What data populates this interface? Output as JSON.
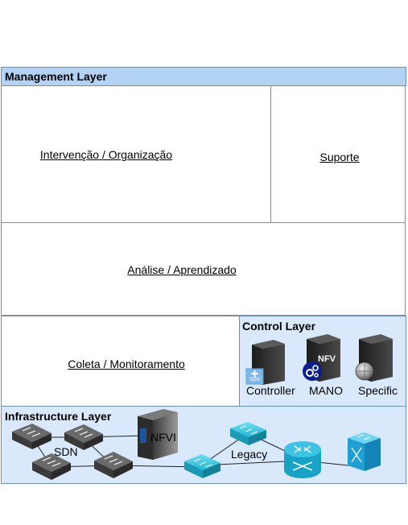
{
  "management": {
    "title": "Management Layer",
    "intervencao": "Intervenção / Organização",
    "suporte": "Suporte",
    "analise": "Análise / Aprendizado",
    "coleta": "Coleta / Monitoramento"
  },
  "control": {
    "title": "Control Layer",
    "controller_label": "Controller",
    "mano_label": "MANO",
    "specific_label": "Specific",
    "nfv_badge": "NFV",
    "sdn_badge": "SDN"
  },
  "infrastructure": {
    "title": "Infrastructure Layer",
    "sdn_label": "SDN",
    "nfvi_label": "NFVI",
    "legacy_label": "Legacy"
  },
  "colors": {
    "layer_fill": "#dae8fc",
    "layer_header": "#b3d3f5",
    "border": "#6c8ebf",
    "switch_dark": "#4a4a4a",
    "switch_cyan": "#1fb6d3",
    "server_dark": "#3a3a3a"
  }
}
